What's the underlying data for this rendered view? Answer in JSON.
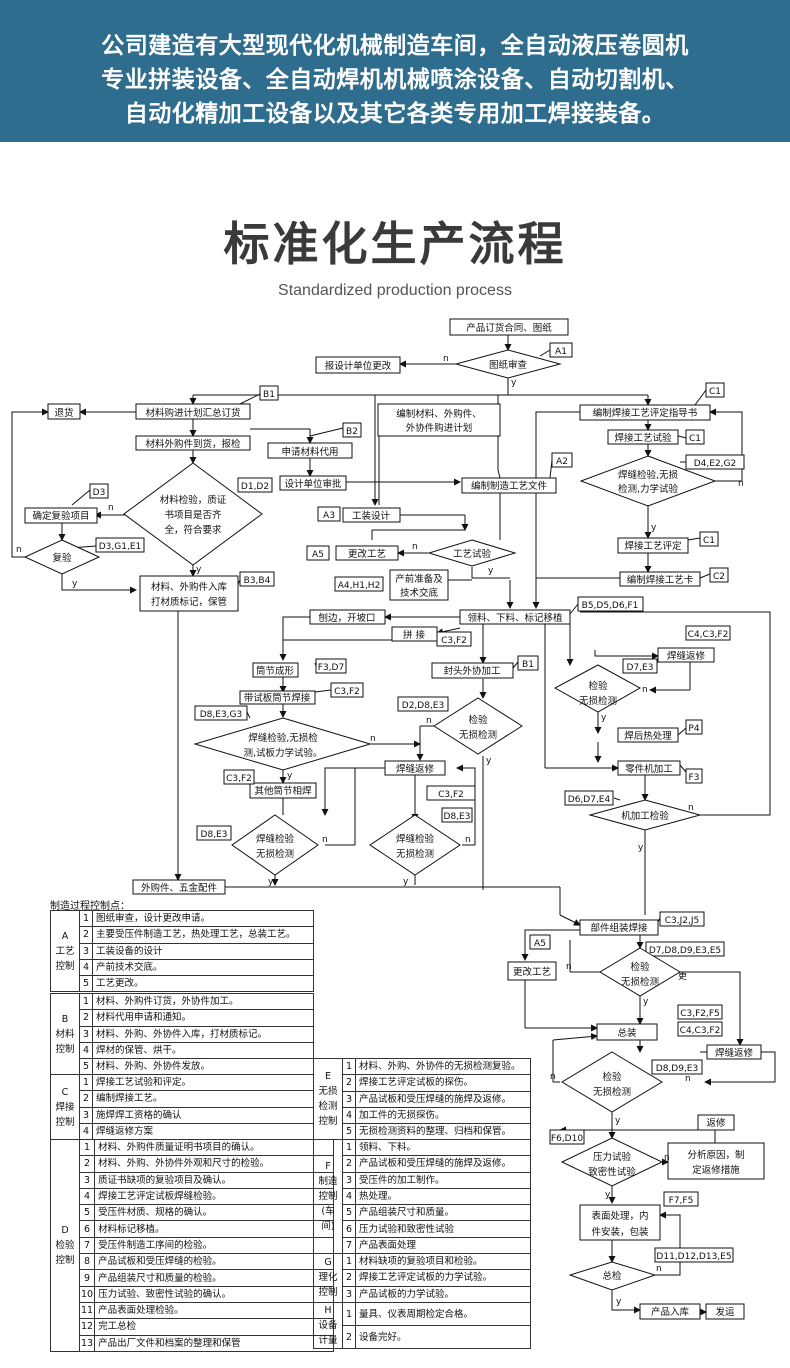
{
  "banner": {
    "lines": [
      "公司建造有大型现代化机械制造车间，全自动液压卷圆机",
      "专业拼装设备、全自动焊机机械喷涂设备、自动切割机、",
      "自动化精加工设备以及其它各类专用加工焊接装备。"
    ]
  },
  "title": "标准化生产流程",
  "subtitle": "Standardized production process",
  "flow": {
    "boxes": {
      "contract": "产品订货合同、图纸",
      "report_design": "报设计单位更改",
      "return_goods": "退货",
      "material_purchase": "材料购进计划汇总订货",
      "material_arrival": "材料外购件到货，报检",
      "apply_substitute": "申请材料代用",
      "design_approval": "设计单位审批",
      "confirm_recheck": "确定复验项目",
      "material_storage_1": "材料、外购件入库",
      "material_storage_2": "打材质标记，保管",
      "compile_purchase_1": "编制材料、外购件、",
      "compile_purchase_2": "外协件购进计划",
      "compile_process": "编制制造工艺文件",
      "tooling_design": "工装设计",
      "modify_process": "更改工艺",
      "preprod_1": "产前准备及",
      "preprod_2": "技术交底",
      "weld_guide": "编制焊接工艺评定指导书",
      "weld_test": "焊接工艺试验",
      "weld_eval": "焊接工艺评定",
      "weld_card": "编制焊接工艺卡",
      "planing": "刨边，开坡口",
      "splice": "拼 接",
      "cylinder_forming": "筒节成形",
      "test_plate_weld": "带试板筒节焊接",
      "head_outsource": "封头外协加工",
      "other_cyl_weld": "其他筒节相焊",
      "weld_repair_1": "焊缝返修",
      "weld_repair_2": "焊缝返修",
      "post_heat": "焊后热处理",
      "parts_machining": "零件机加工",
      "requisition": "领料、下料、标记移植",
      "outsourced_hardware": "外购件、五金配件",
      "component_assembly": "部件组装焊接",
      "modify_process_2": "更改工艺",
      "general_assembly": "总装",
      "weld_repair_3": "焊缝返修",
      "repair": "返修",
      "analyze_1": "分析原因，制",
      "analyze_2": "定返修措施",
      "surface_1": "表面处理，内",
      "surface_2": "件安装，包装",
      "warehouse": "产品入库",
      "ship": "发运"
    },
    "diamonds": {
      "drawing_review": "图纸审查",
      "material_check_1": "材料检验，质证",
      "material_check_2": "书项目是否齐",
      "material_check_3": "全，符合要求",
      "recheck": "复验",
      "process_test": "工艺试验",
      "weld_check_1": "焊缝检验,无损",
      "weld_check_2": "检测,力学试验",
      "test_plate_check_1": "焊缝检验,无损检",
      "test_plate_check_2": "测,试板力学试验。",
      "head_check_1": "检验",
      "head_check_2": "无损检测",
      "machining_check": "机加工检验",
      "ndt_check_1": "检验",
      "ndt_check_2": "无损检测",
      "weld_ndt_a_1": "焊缝检验",
      "weld_ndt_a_2": "无损检测",
      "weld_ndt_b_1": "焊缝检验",
      "weld_ndt_b_2": "无损检测",
      "comp_check_1": "检验",
      "comp_check_2": "无损检测",
      "final_ndt_1": "检验",
      "final_ndt_2": "无损检测",
      "pressure_1": "压力试验",
      "pressure_2": "致密性试验",
      "final_check": "总检"
    },
    "codes": {
      "a1": "A1",
      "a2": "A2",
      "a3": "A3",
      "a5": "A5",
      "a5b": "A5",
      "a4h": "A4,H1,H2",
      "b1": "B1",
      "b1b": "B1",
      "b2": "B2",
      "b34": "B3,B4",
      "c1a": "C1",
      "c1b": "C1",
      "c1c": "C1",
      "c2": "C2",
      "c3f2a": "C3,F2",
      "c3f2b": "C3,F2",
      "c3f2c": "C3,F2",
      "c3f2d": "C3,F2",
      "c4": "C4,C3,F2",
      "c4b": "C4,C3,F2",
      "d1d2": "D1,D2",
      "d3": "D3",
      "d3g": "D3,G1,E1",
      "d4": "D4,E2,G2",
      "d7e3": "D7,E3",
      "b5": "B5,D5,D6,F1",
      "f3d7": "F3,D7",
      "f3": "F3",
      "p4": "P4",
      "d8e3g3": "D8,E3,G3",
      "d2d8e3": "D2,D8,E3",
      "d8e3a": "D8,E3",
      "d8e3b": "D8,E3",
      "d6d7e4": "D6,D7,E4",
      "c3j2j5": "C3,J2,J5",
      "d7d8": "D7,D8,D9,E3,E5",
      "c3f2f5": "C3,F2,F5",
      "d8d9e3": "D8,D9,E3",
      "f6d10": "F6,D10",
      "f7f5": "F7,F5",
      "d11": "D11,D12,D13,E5"
    },
    "marks": {
      "y": "y",
      "n": "n",
      "geng": "更"
    }
  },
  "control_points": {
    "caption": "制造过程控制点：",
    "groups": [
      {
        "code": "A",
        "name": "工艺控制",
        "items": [
          "图纸审查，设计更改申请。",
          "主要受压件制造工艺，热处理工艺，总装工艺。",
          "工装设备的设计",
          "产前技术交底。",
          "工艺更改。"
        ]
      },
      {
        "code": "B",
        "name": "材料控制",
        "items": [
          "材料、外购件订货，外协件加工。",
          "材料代用申请和通知。",
          "材料、外购、外协件入库，打材质标记。",
          "焊材的保管、烘干。",
          "材料、外购、外协件发放。"
        ]
      },
      {
        "code": "C",
        "name": "焊接控制",
        "items": [
          "焊接工艺试验和评定。",
          "编制焊接工艺。",
          "施焊焊工资格的确认",
          "焊缝返修方案"
        ]
      },
      {
        "code": "D",
        "name": "检验控制",
        "items": [
          "材料、外购件质量证明书项目的确认。",
          "材料、外购、外协件外观和尺寸的检验。",
          "质证书缺项的复验项目及确认。",
          "焊接工艺评定试板焊缝检验。",
          "受压件材质、规格的确认。",
          "材料标记移植。",
          "受压件制造工序间的检验。",
          "产品试板和受压焊缝的检验。",
          "产品组装尺寸和质量的检验。",
          "压力试验、致密性试验的确认。",
          "产品表面处理检验。",
          "完工总检",
          "产品出厂文件和档案的整理和保管"
        ]
      },
      {
        "code": "E",
        "name": "无损检测控制",
        "items": [
          "材料、外购、外协件的无损检测复验。",
          "焊接工艺评定试板的探伤。",
          "产品试板和受压焊缝的施焊及返修。",
          "加工件的无损探伤。",
          "无损检测资料的整理、归档和保管。"
        ]
      },
      {
        "code": "F",
        "name": "制造控制(车间)",
        "items": [
          "领料、下料。",
          "产品试板和受压焊缝的施焊及返修。",
          "受压件的加工制作。",
          "热处理。",
          "产品组装尺寸和质量。",
          "压力试验和致密性试验",
          "产品表面处理"
        ]
      },
      {
        "code": "G",
        "name": "理化控制",
        "items": [
          "材料缺项的复验项目和检验。",
          "焊接工艺评定试板的力学试验。",
          "产品试板的力学试验。"
        ]
      },
      {
        "code": "H",
        "name": "设备计量",
        "items": [
          "量具、仪表周期检定合格。",
          "设备完好。"
        ]
      }
    ]
  }
}
